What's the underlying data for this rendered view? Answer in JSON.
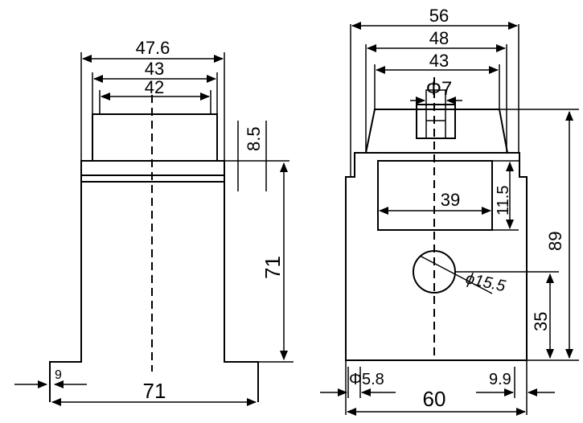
{
  "side_view": {
    "dims": {
      "top_width": "47.6",
      "mid_width": "43",
      "inner_width": "42",
      "flange_height": "8.5",
      "body_height": "71",
      "base_offset": "9",
      "base_width": "71"
    }
  },
  "front_view": {
    "dims": {
      "outer_width": "56",
      "mid_width": "48",
      "inner_width": "43",
      "pin_diameter": "Φ7",
      "window_height": "11.5",
      "window_width": "39",
      "total_height": "89",
      "hole_diameter": "ϕ15.5",
      "hole_height": "35",
      "mount_hole": "Φ5.8",
      "edge_offset": "9.9",
      "base_width": "60"
    }
  }
}
